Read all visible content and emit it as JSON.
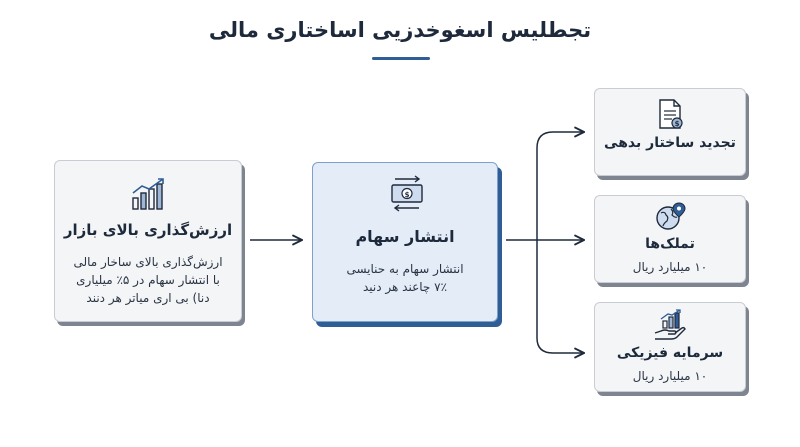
{
  "title": "تجطلیس اسغوخدزیی اساختاری مالی",
  "left_card": {
    "icon": "bar-chart-up-icon",
    "title": "ارزش‌گذاری بالای بازار",
    "lines": [
      "ارزش‌گذاری بالای ساخار مالی",
      "با انتشار سهام در ۵٪ میلیاری",
      "دنا) بی اری میاتر هر دنند"
    ]
  },
  "center_card": {
    "icon": "money-exchange-icon",
    "title": "انتشار سهام",
    "lines": [
      "انتشار سهام به حنایسی",
      "۷٪ چاعند هر دنید"
    ]
  },
  "right_cards": [
    {
      "icon": "document-dollar-icon",
      "title": "تجدید ساختار بدهی",
      "subtitle": ""
    },
    {
      "icon": "globe-location-icon",
      "title": "تملک‌ها",
      "subtitle": "۱۰ میلیارد ریال"
    },
    {
      "icon": "hand-growth-icon",
      "title": "سرمایه فیزیکی",
      "subtitle": "۱۰ میلیارد ریال"
    }
  ],
  "colors": {
    "accent": "#2f5d95",
    "line": "#1f2a3c",
    "card_bg": "#f4f5f7",
    "center_bg": "#e3ecf7"
  }
}
